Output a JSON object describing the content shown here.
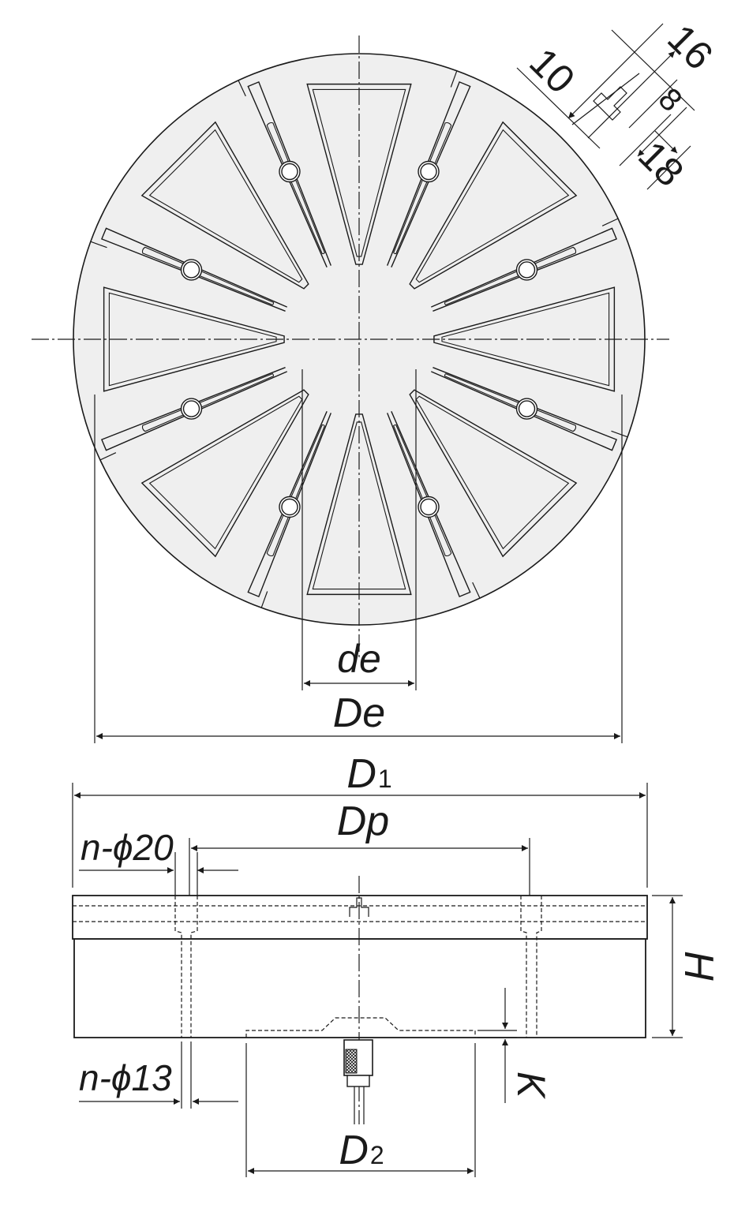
{
  "labels": {
    "de": "de",
    "De": "De",
    "D1_main": "D",
    "D1_sub": "1",
    "Dp": "Dp",
    "D2_main": "D",
    "D2_sub": "2",
    "H": "H",
    "K": "K",
    "n_phi20": "n-ϕ20",
    "n_phi13": "n-ϕ13"
  },
  "detail_dims": {
    "d10": "10",
    "d16": "16",
    "d8a": "8",
    "d18": "18"
  },
  "colors": {
    "line": "#1a1a1a",
    "background": "#ffffff",
    "face": "#efefef"
  }
}
